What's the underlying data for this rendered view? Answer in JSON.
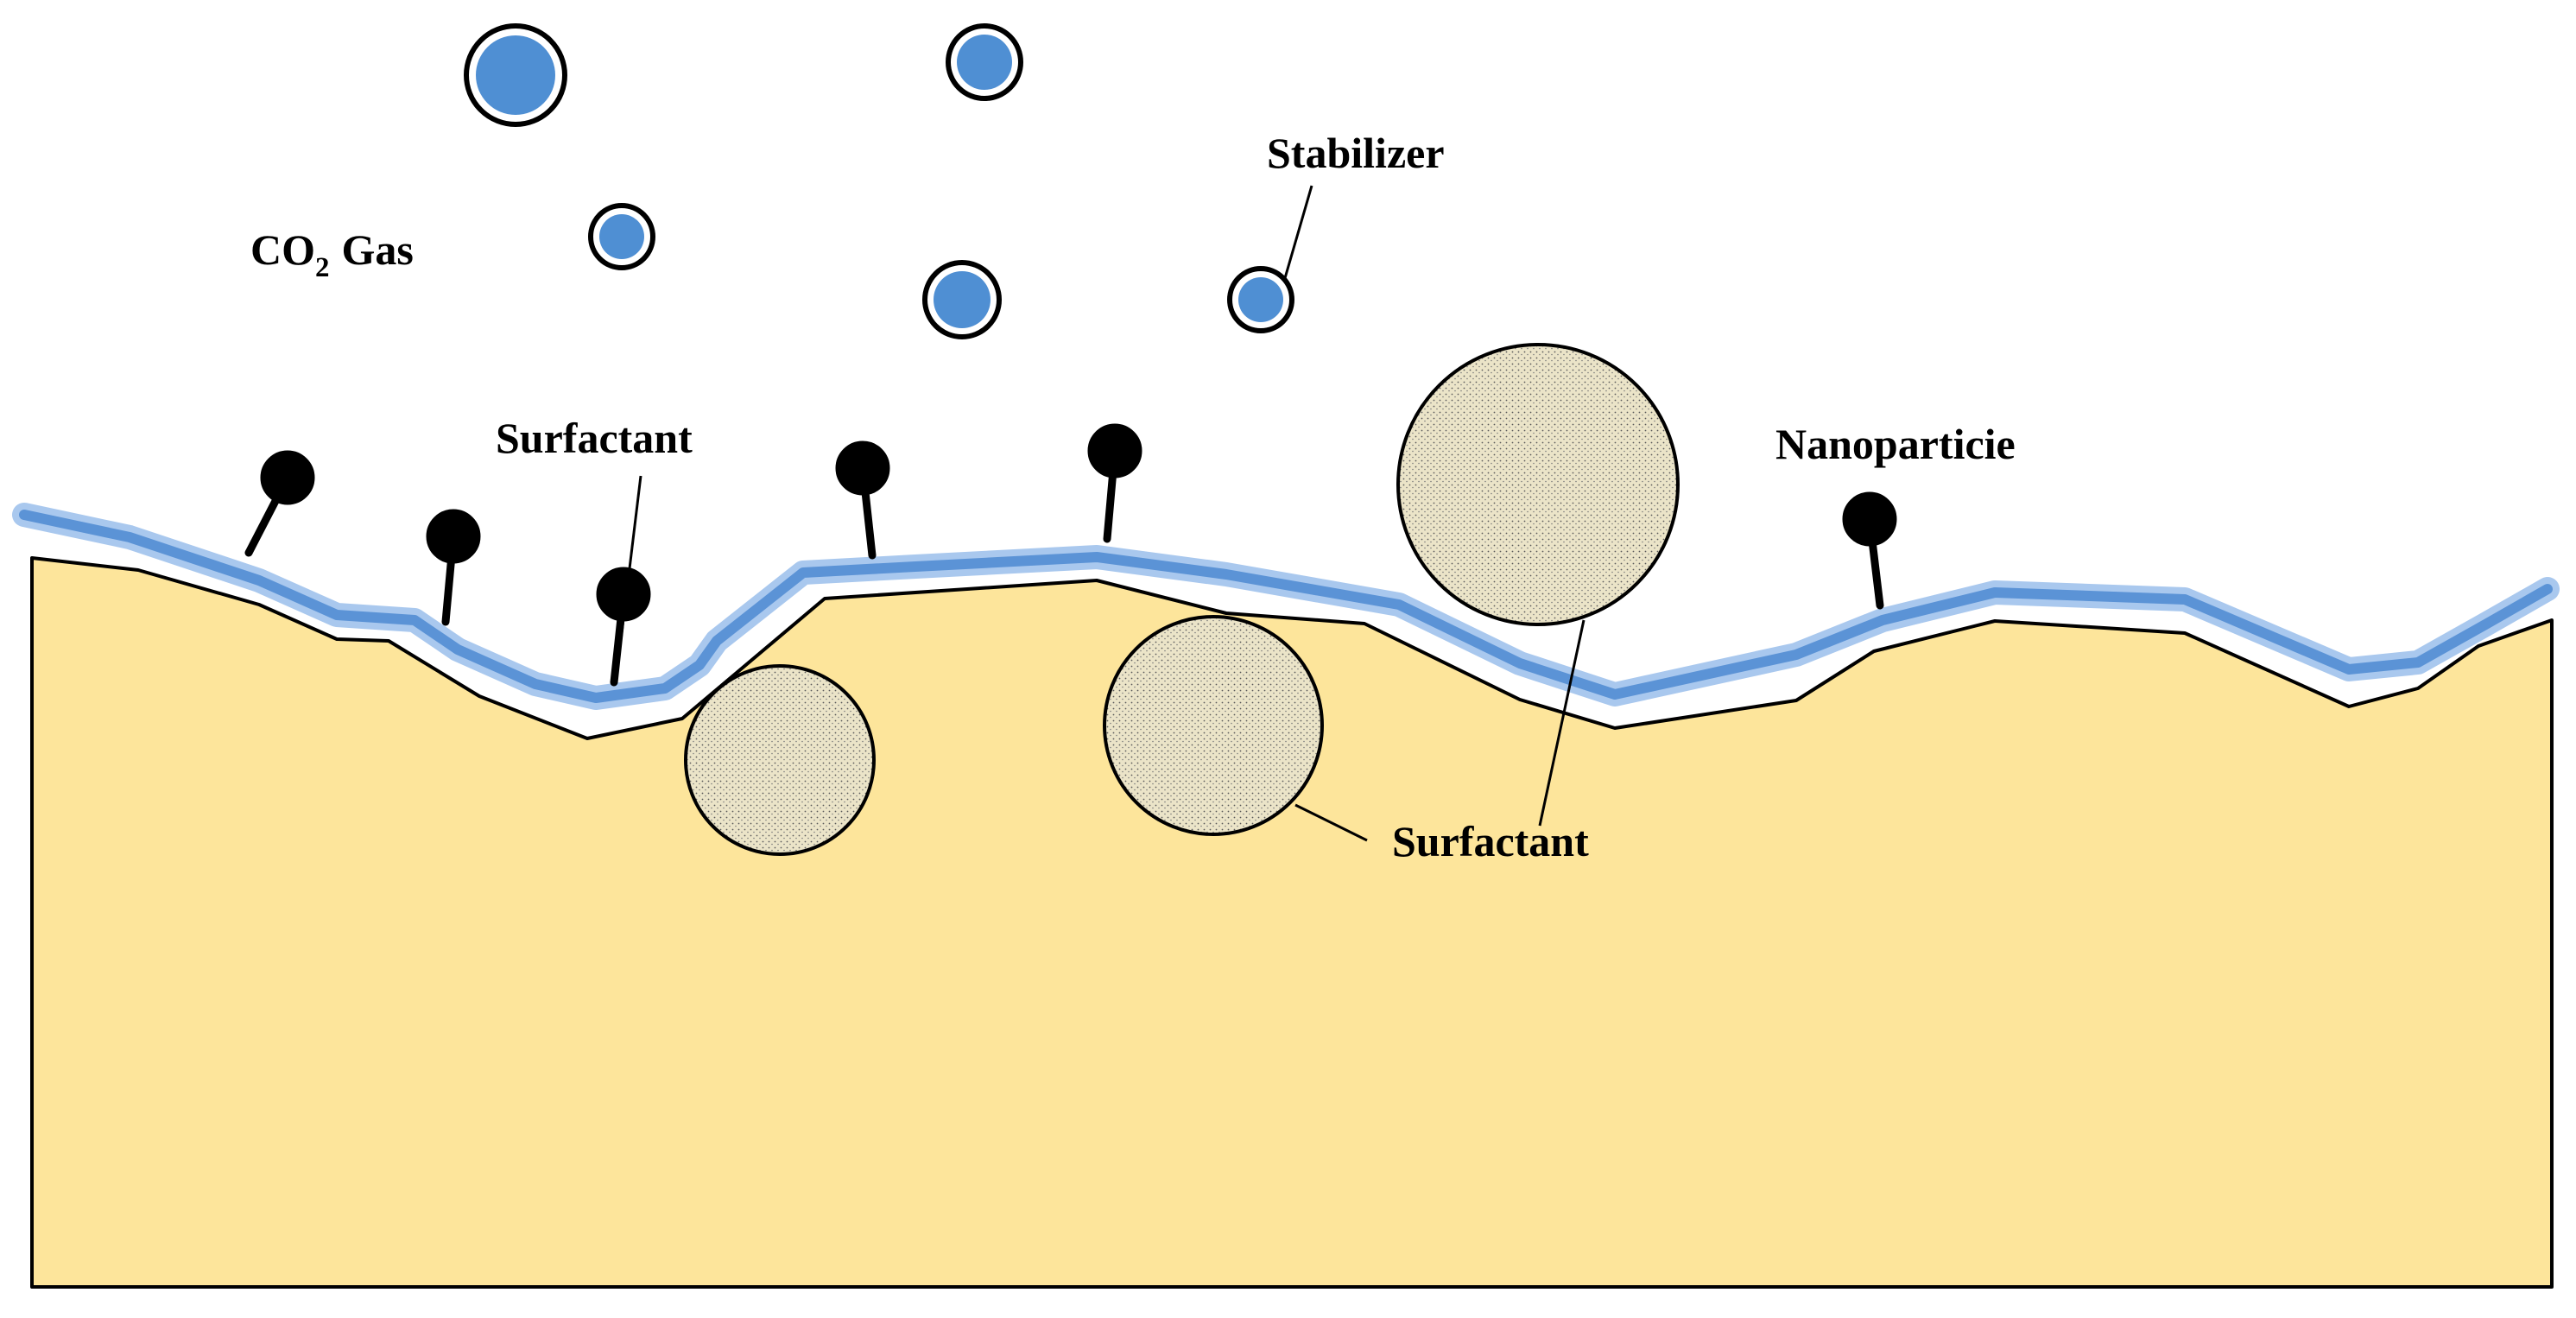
{
  "labels": {
    "co2_main": "CO",
    "co2_sub": "2",
    "co2_suffix": "Gas",
    "stabilizer": "Stabilizer",
    "surfactant_top": "Surfactant",
    "nanoparticle": "Nanoparticie",
    "surfactant_bottom": "Surfactant"
  },
  "colors": {
    "oil_phase": "#fde59b",
    "interface_glow": "#a9c8ee",
    "interface_core": "#5b93d6",
    "bubble_fill": "#4f8fd3",
    "particle_fill": "#ebe4c8",
    "outline": "#000000"
  }
}
